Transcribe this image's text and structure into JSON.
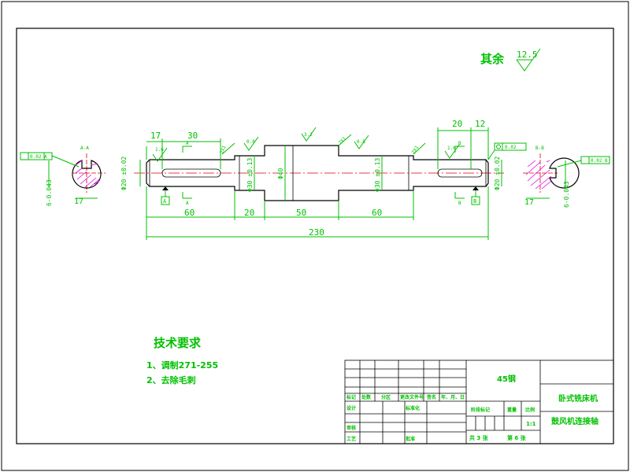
{
  "roughness": {
    "label": "其余",
    "value": "12.5"
  },
  "dimensions": {
    "key_left_offset": "17",
    "key_left_length": "30",
    "key_right_length": "20",
    "key_right_offset": "12",
    "seg_1": "60",
    "seg_2": "20",
    "seg_3": "50",
    "seg_4": "60",
    "overall": "230",
    "dia_left_end": "Φ20 ±0.02",
    "dia_bearing_left": "Φ30 ±0.13",
    "dia_collar": "Φ40",
    "dia_bearing_right": "Φ30 ±0.13",
    "dia_right_end": "Φ20 ±0.02",
    "sec_left_depth": "17",
    "sec_left_width": "6-0.043",
    "sec_right_depth": "17",
    "sec_right_width": "6-0.043",
    "sec_left_label": "A-A",
    "sec_right_label": "B-B",
    "surf_1": "1.6",
    "surf_2": "0.8",
    "surf_3": "3.2",
    "surf_4": "0.8",
    "surf_5": "1.6",
    "chamfer_1": "2X1",
    "chamfer_2": "2X1",
    "chamfer_3": "2X1",
    "datum_a": "A",
    "datum_b": "B",
    "cut_a": "A",
    "cut_b": "B",
    "tol_left": "0.02 A",
    "tol_right": "0.02 B",
    "tol_right_box": "0.02"
  },
  "tech": {
    "title": "技术要求",
    "line1": "1、调制271-255",
    "line2": "2、去除毛刺"
  },
  "titleblock": {
    "material": "45钢",
    "company": "卧式铣床机",
    "part_name": "鼓风机连接轴",
    "h_mark": "标记",
    "h_count": "处数",
    "h_zone": "分区",
    "h_docno": "更改文件号",
    "h_sign": "签名",
    "h_date": "年、月、日",
    "designer": "设计",
    "standardize": "标准化",
    "stage_mark": "阶段标记",
    "weight": "重量",
    "ratio": "比例",
    "scale": "1:1",
    "reviewer": "审核",
    "process": "工艺",
    "approve": "批准",
    "sheets": "共 3 张",
    "sheet_no": "第 6 张"
  }
}
